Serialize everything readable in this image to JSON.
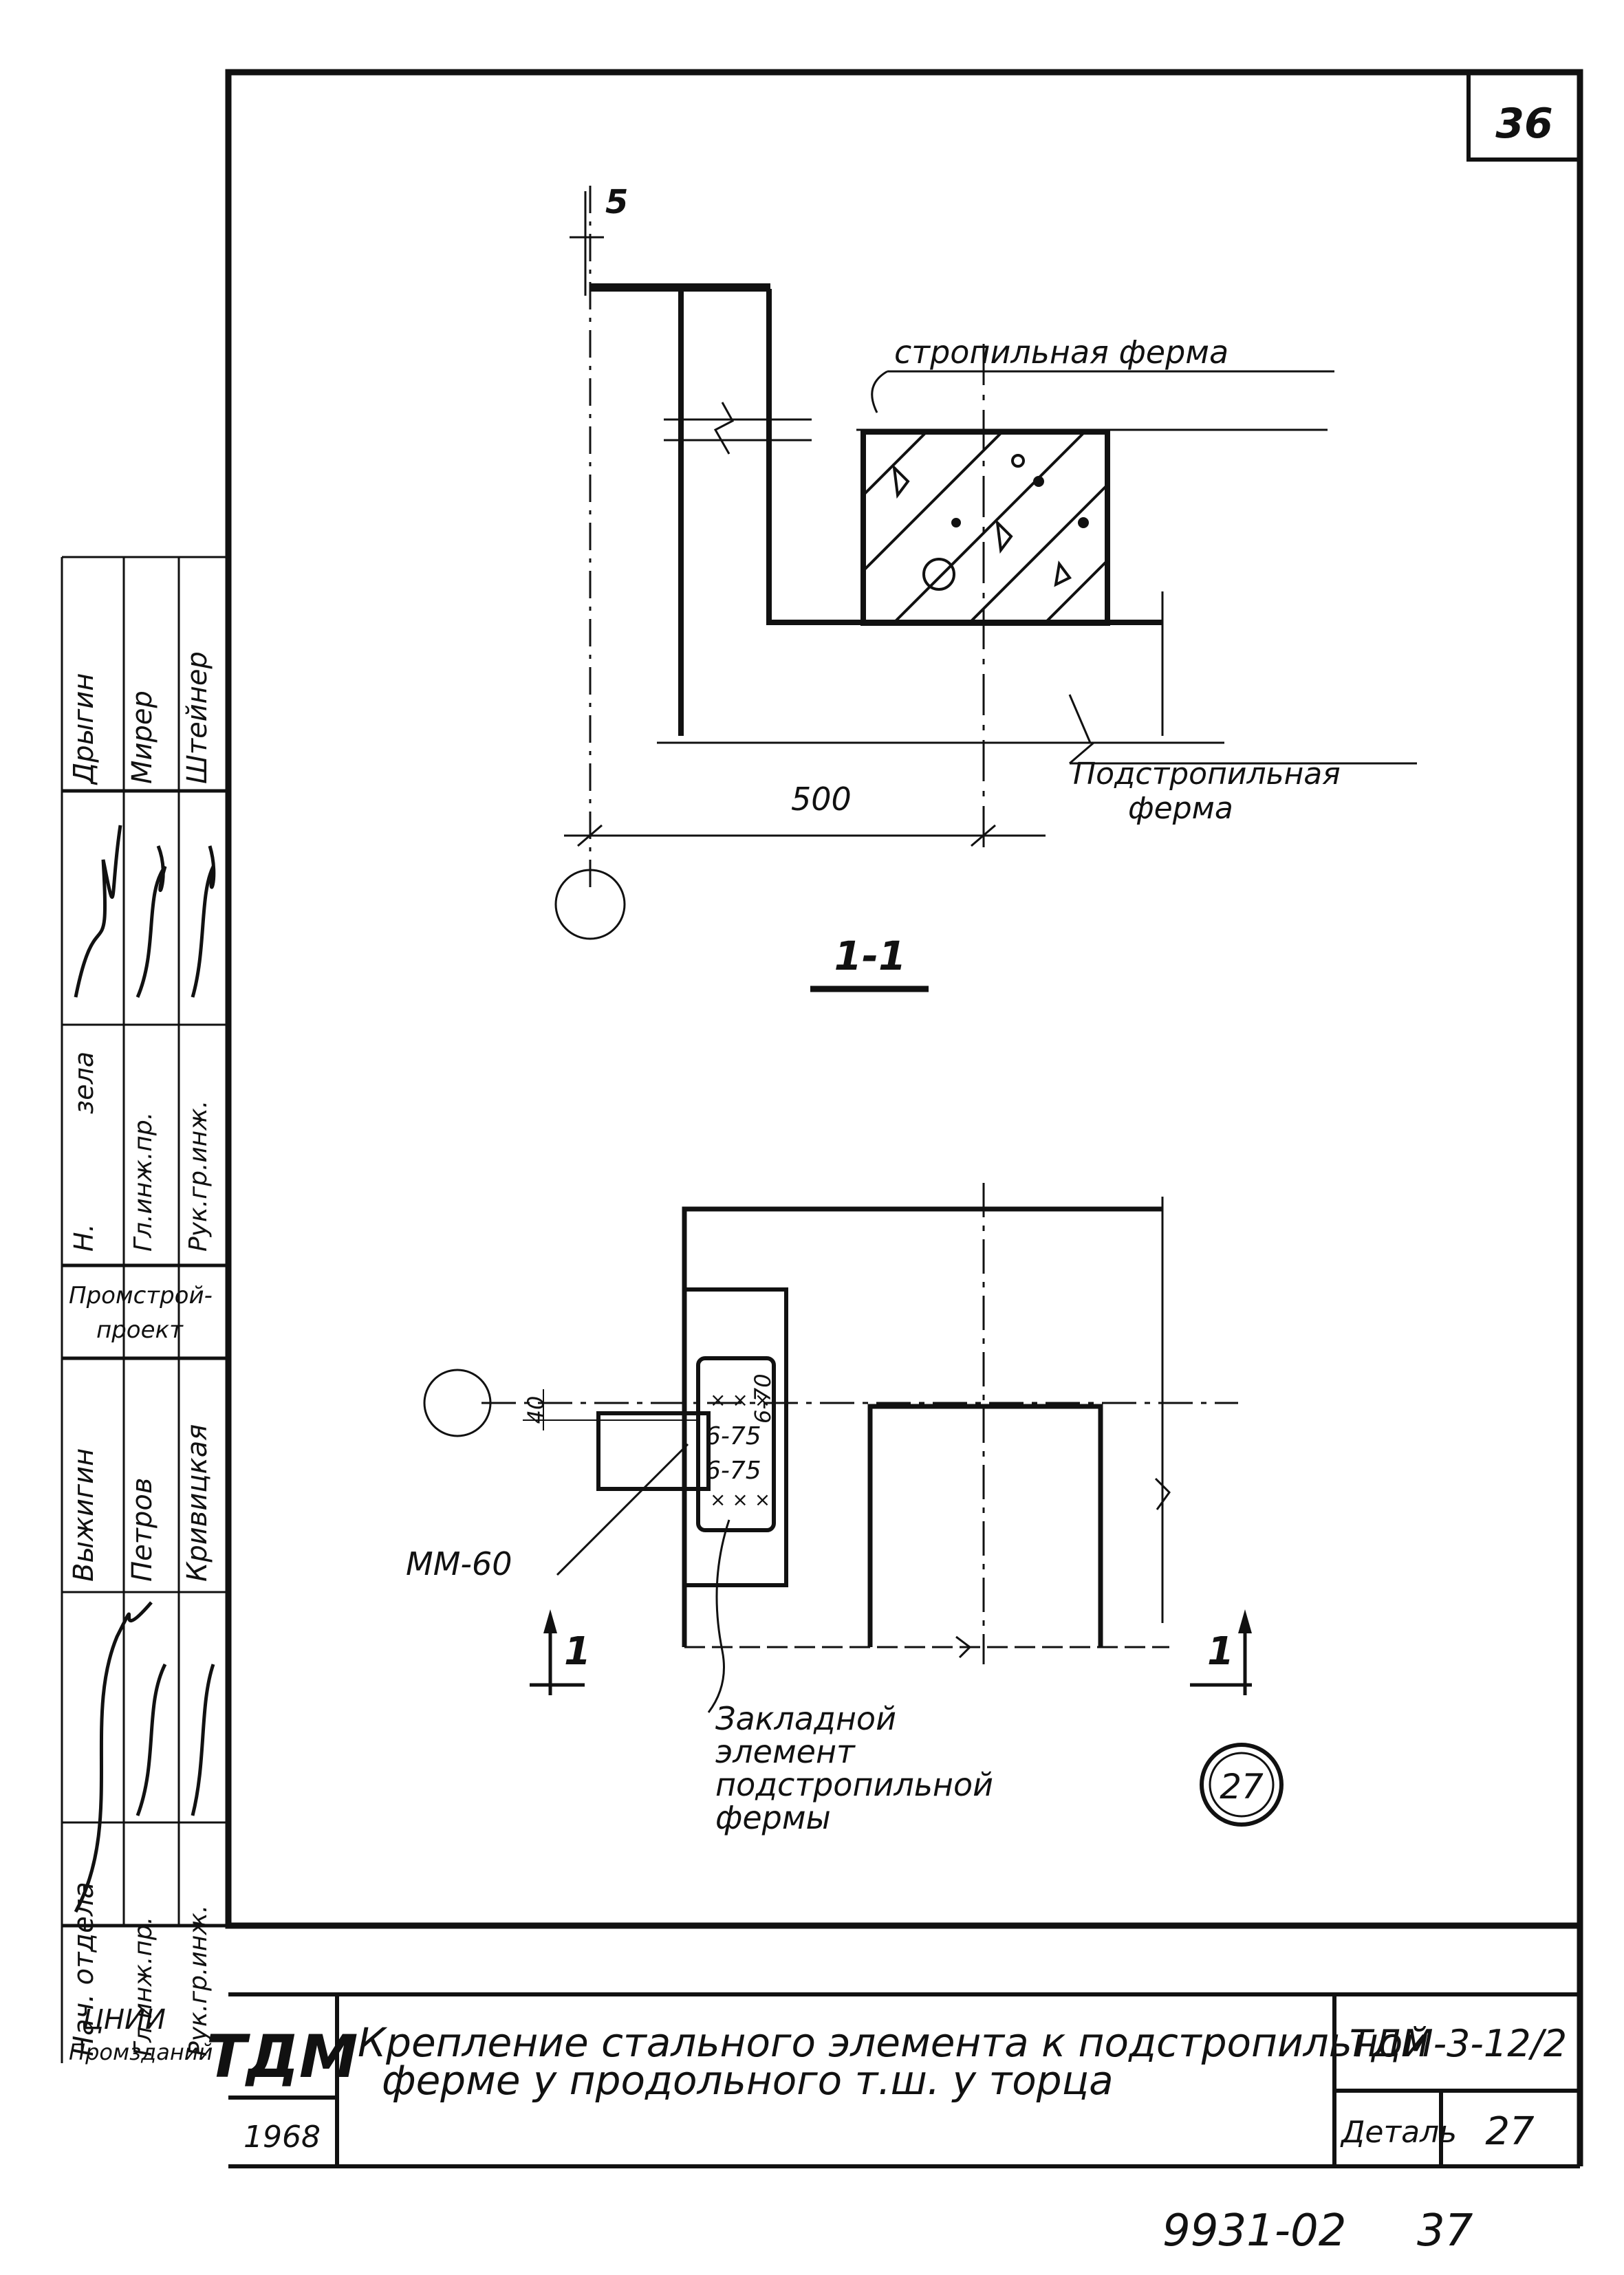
{
  "sheet_number": "36",
  "section": {
    "dimension_top": "5",
    "dimension_bottom": "500",
    "label_rafter_truss": "стропильная ферма",
    "label_sub_rafter_truss": "Подстропильная ферма",
    "section_label": "1-1"
  },
  "plan": {
    "dimension_left": "40",
    "weld_1": "6-75",
    "weld_2": "6-75",
    "weld_vertical": "6-70",
    "label_element": "ММ-60",
    "label_embedded": "Закладной элемент подстропильной фермы",
    "section_mark_left": "1",
    "section_mark_right": "1",
    "detail_number": "27"
  },
  "side_stamp": {
    "group1": [
      "Дрыгин",
      "Мирер",
      "Штейнер"
    ],
    "group2": [
      "Н.",
      "Гл.инж.пр.",
      "Рук.гр.инж."
    ],
    "org": "Промстройпроект",
    "head_word": "зела",
    "group3": [
      "Выжигин",
      "Петров",
      "Кривицкая"
    ],
    "group4": [
      "Нач. отдела",
      "Гл.инж.пр.",
      "Рук.гр.инж."
    ],
    "org2": "ЦНИИ Промзданий"
  },
  "title_block": {
    "logo": "ТДМ",
    "year": "1968",
    "title": "Крепление стального элемента к подстропильной ферме у продольного т.ш. у торца",
    "code": "ТДМ-3-12/2",
    "detail_label": "Деталь",
    "detail_value": "27"
  },
  "footer": {
    "drawing_number": "9931-02",
    "page": "37"
  }
}
